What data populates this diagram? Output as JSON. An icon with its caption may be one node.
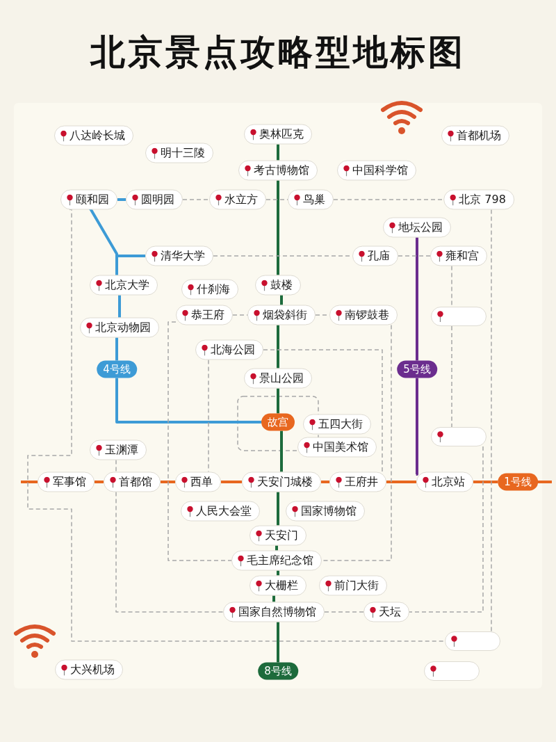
{
  "diagram": {
    "title": "北京景点攻略型地标图",
    "nodes": [
      {
        "text": [
          "八达岭长城"
        ]
      },
      {
        "text": [
          "明十三陵"
        ]
      },
      {
        "text": [
          "奥林匹克"
        ]
      },
      {
        "text": [
          "考古博物馆"
        ]
      },
      {
        "text": [
          "中国科学馆"
        ]
      },
      {
        "text": [
          "首都机场"
        ]
      },
      {
        "text": [
          "颐和园"
        ]
      },
      {
        "text": [
          "圆明园"
        ]
      },
      {
        "text": [
          "水立方"
        ]
      },
      {
        "text": [
          "鸟巢"
        ]
      },
      {
        "text": [
          "北京 798"
        ]
      },
      {
        "text": [
          "地坛公园"
        ]
      },
      {
        "text": [
          "清华大学"
        ]
      },
      {
        "text": [
          "孔庙"
        ]
      },
      {
        "text": [
          "雍和宫"
        ]
      },
      {
        "text": [
          "北京大学"
        ]
      },
      {
        "text": [
          "什刹海"
        ]
      },
      {
        "text": [
          "鼓楼"
        ]
      },
      {
        "text": [
          "恭王府"
        ]
      },
      {
        "text": [
          "烟袋斜街"
        ]
      },
      {
        "text": [
          "南锣鼓巷"
        ]
      },
      {
        "text": [],
        "shape": "box"
      },
      {
        "text": [
          "北京动物园"
        ]
      },
      {
        "text": [
          "北海公园"
        ]
      },
      {
        "text": [
          "4号线"
        ]
      },
      {
        "text": [
          "景山公园"
        ]
      },
      {
        "text": [
          "5号线"
        ]
      },
      {
        "text": [
          "故宫"
        ]
      },
      {
        "text": [
          "五四大街"
        ]
      },
      {
        "text": [
          "中国美术馆"
        ]
      },
      {
        "text": [],
        "shape": "box"
      },
      {
        "text": [
          "玉渊潭"
        ]
      },
      {
        "text": [
          "军事馆"
        ]
      },
      {
        "text": [
          "首都馆"
        ]
      },
      {
        "text": [
          "西单"
        ]
      },
      {
        "text": [
          "天安门城楼"
        ]
      },
      {
        "text": [
          "王府井"
        ]
      },
      {
        "text": [
          "北京站"
        ]
      },
      {
        "text": [
          "1号线"
        ]
      },
      {
        "text": [
          "人民大会堂"
        ]
      },
      {
        "text": [
          "国家博物馆"
        ]
      },
      {
        "text": [
          "天安门"
        ]
      },
      {
        "text": [
          "毛主席纪念馆"
        ]
      },
      {
        "text": [
          "大栅栏"
        ]
      },
      {
        "text": [
          "前门大街"
        ]
      },
      {
        "text": [
          "国家自然博物馆"
        ]
      },
      {
        "text": [
          "天坛"
        ]
      },
      {
        "text": [],
        "shape": "box"
      },
      {
        "text": [
          "大兴机场"
        ]
      },
      {
        "text": [
          "8号线"
        ]
      },
      {
        "text": [],
        "shape": "box"
      }
    ],
    "edges": [
      {
        "from": 2,
        "to": 3,
        "arrow": "none",
        "color": "#1d6b3c"
      },
      {
        "from": 3,
        "to": 17,
        "arrow": "none",
        "color": "#1d6b3c"
      },
      {
        "from": 17,
        "to": 19,
        "arrow": "none",
        "color": "#1d6b3c"
      },
      {
        "from": 19,
        "to": 25,
        "arrow": "none",
        "color": "#1d6b3c"
      },
      {
        "from": 25,
        "to": 27,
        "arrow": "none",
        "color": "#1d6b3c"
      },
      {
        "from": 27,
        "to": 35,
        "arrow": "none",
        "color": "#1d6b3c"
      },
      {
        "from": 35,
        "to": 41,
        "arrow": "none",
        "color": "#1d6b3c"
      },
      {
        "from": 41,
        "to": 42,
        "arrow": "none",
        "color": "#1d6b3c"
      },
      {
        "from": 42,
        "to": 43,
        "arrow": "none",
        "color": "#1d6b3c"
      },
      {
        "from": 43,
        "to": 45,
        "arrow": "none",
        "color": "#1d6b3c"
      },
      {
        "from": 45,
        "to": 49,
        "arrow": "none",
        "color": "#1d6b3c"
      },
      {
        "from": null,
        "to": 32,
        "arrow": "none",
        "color": "#e8671f"
      },
      {
        "from": 32,
        "to": 33,
        "arrow": "none",
        "color": "#e8671f"
      },
      {
        "from": 33,
        "to": 34,
        "arrow": "none",
        "color": "#e8671f"
      },
      {
        "from": 34,
        "to": 35,
        "arrow": "none",
        "color": "#e8671f"
      },
      {
        "from": 35,
        "to": 36,
        "arrow": "none",
        "color": "#e8671f"
      },
      {
        "from": 36,
        "to": 37,
        "arrow": "none",
        "color": "#e8671f"
      },
      {
        "from": 37,
        "to": 38,
        "arrow": "none",
        "color": "#e8671f"
      },
      {
        "from": 38,
        "to": null,
        "arrow": "none",
        "color": "#e8671f"
      },
      {
        "from": 6,
        "to": 7,
        "arrow": "none",
        "color": "#3d9bd6"
      },
      {
        "from": 6,
        "to": 15,
        "arrow": "none",
        "color": "#3d9bd6"
      },
      {
        "from": 12,
        "to": 15,
        "arrow": "none",
        "color": "#3d9bd6"
      },
      {
        "from": 15,
        "to": 22,
        "arrow": "none",
        "color": "#3d9bd6"
      },
      {
        "from": 22,
        "to": 24,
        "arrow": "none",
        "color": "#3d9bd6"
      },
      {
        "from": 24,
        "to": 27,
        "arrow": "none",
        "color": "#3d9bd6"
      },
      {
        "from": 11,
        "to": 26,
        "arrow": "none",
        "color": "#6b2d8e"
      },
      {
        "from": 26,
        "to": 37,
        "arrow": "none",
        "color": "#6b2d8e"
      },
      {
        "from": 7,
        "to": 8,
        "arrow": "none",
        "style": "dashed",
        "color": "#a8a8a8"
      },
      {
        "from": 8,
        "to": 9,
        "arrow": "none",
        "style": "dashed",
        "color": "#a8a8a8"
      },
      {
        "from": 9,
        "to": 10,
        "arrow": "none",
        "style": "dashed",
        "color": "#a8a8a8"
      },
      {
        "from": 12,
        "to": 13,
        "arrow": "none",
        "style": "dashed",
        "color": "#a8a8a8"
      },
      {
        "from": 13,
        "to": 14,
        "arrow": "none",
        "style": "dashed",
        "color": "#a8a8a8"
      },
      {
        "from": 18,
        "to": 19,
        "arrow": "none",
        "style": "dashed",
        "color": "#a8a8a8"
      },
      {
        "from": 19,
        "to": 20,
        "arrow": "none",
        "style": "dashed",
        "color": "#a8a8a8"
      },
      {
        "from": 6,
        "to": 47,
        "arrow": "none",
        "style": "dashed",
        "color": "#a8a8a8"
      },
      {
        "from": 18,
        "to": 42,
        "arrow": "none",
        "style": "dashed",
        "color": "#a8a8a8"
      },
      {
        "from": 31,
        "to": 33,
        "arrow": "none",
        "style": "dashed",
        "color": "#a8a8a8"
      },
      {
        "from": 33,
        "to": 45,
        "arrow": "none",
        "style": "dashed",
        "color": "#a8a8a8"
      },
      {
        "from": 23,
        "to": 34,
        "arrow": "none",
        "style": "dashed",
        "color": "#a8a8a8"
      },
      {
        "from": 23,
        "to": 36,
        "arrow": "none",
        "style": "dashed",
        "color": "#a8a8a8"
      },
      {
        "from": 20,
        "to": 42,
        "arrow": "none",
        "style": "dashed",
        "color": "#a8a8a8"
      },
      {
        "from": 14,
        "to": 21,
        "arrow": "none",
        "style": "dashed",
        "color": "#a8a8a8"
      },
      {
        "from": 21,
        "to": 30,
        "arrow": "none",
        "style": "dashed",
        "color": "#a8a8a8"
      },
      {
        "from": 30,
        "to": 46,
        "arrow": "none",
        "style": "dashed",
        "color": "#a8a8a8"
      },
      {
        "from": 10,
        "to": 47,
        "arrow": "none",
        "style": "dashed",
        "color": "#a8a8a8"
      },
      {
        "from": 45,
        "to": 46,
        "arrow": "none",
        "style": "dashed",
        "color": "#a8a8a8"
      }
    ]
  }
}
